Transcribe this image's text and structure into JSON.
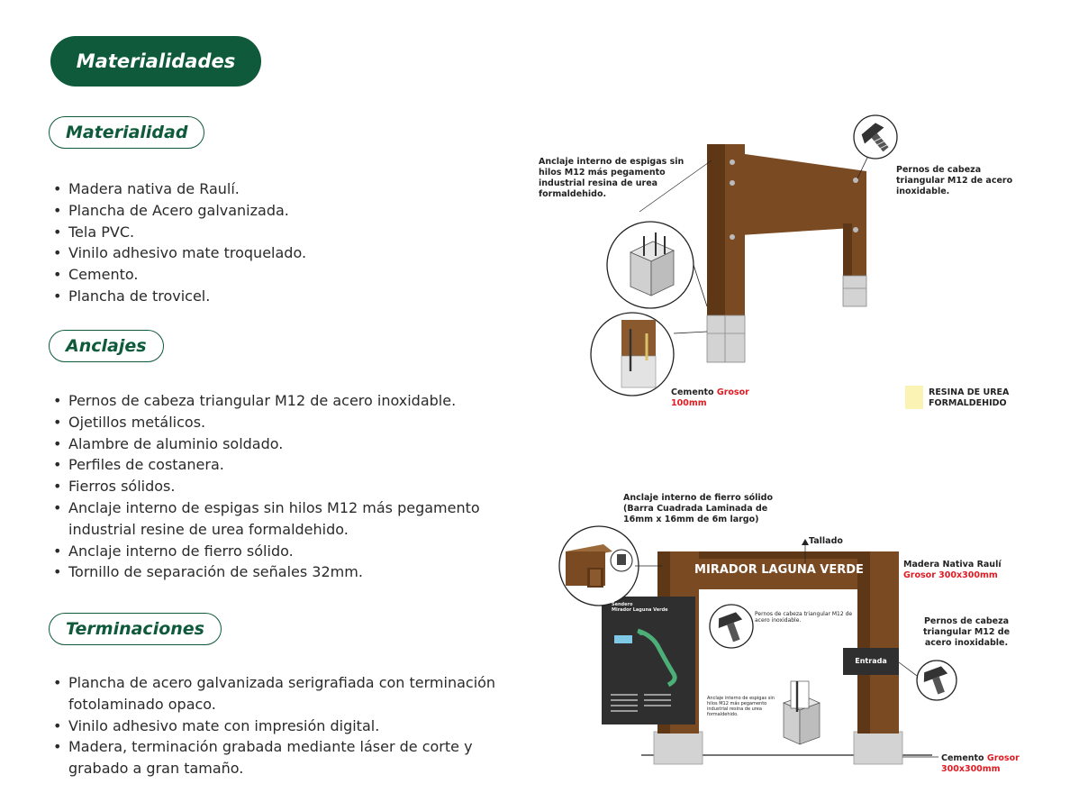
{
  "header": {
    "title": "Materialidades"
  },
  "sections": {
    "materialidad": {
      "title": "Materialidad",
      "items": [
        "Madera nativa de Raulí.",
        "Plancha de Acero galvanizada.",
        "Tela PVC.",
        "Vinilo adhesivo mate troquelado.",
        "Cemento.",
        "Plancha de trovicel."
      ]
    },
    "anclajes": {
      "title": "Anclajes",
      "items": [
        "Pernos de cabeza triangular M12 de acero inoxidable.",
        "Ojetillos metálicos.",
        "Alambre de aluminio soldado.",
        "Perfiles de costanera.",
        "Fierros sólidos.",
        "Anclaje interno de espigas sin hilos M12 más pegamento industrial resine de urea formaldehido.",
        "Anclaje interno de fierro sólido.",
        "Tornillo de separación de señales 32mm."
      ]
    },
    "terminaciones": {
      "title": "Terminaciones",
      "items": [
        "Plancha de acero galvanizada serigrafiada con terminación fotolaminado opaco.",
        "Vinilo adhesivo mate con impresión digital.",
        "Madera, terminación grabada mediante láser de corte y grabado a gran tamaño."
      ]
    }
  },
  "diagram_top": {
    "label_anclaje": "Anclaje interno de espigas sin hilos M12 más pegamento industrial resina de urea formaldehido.",
    "label_pernos": "Pernos de cabeza triangular M12 de acero inoxidable.",
    "label_cemento": "Cemento",
    "label_cemento_grosor": "Grosor",
    "label_cemento_size": "100mm",
    "legend_resina_line1": "RESINA DE UREA",
    "legend_resina_line2": "FORMALDEHIDO",
    "legend_color": "#fbf3b4"
  },
  "diagram_bottom": {
    "label_anclaje": "Anclaje interno de fierro sólido (Barra Cuadrada Laminada de 16mm x 16mm de 6m largo)",
    "label_tallado": "Tallado",
    "arch_text": "MIRADOR LAGUNA VERDE",
    "label_madera": "Madera Nativa Raulí",
    "label_madera_grosor": "Grosor 300x300mm",
    "label_pernos_inner": "Pernos de cabeza triangular M12 de acero inoxidable.",
    "label_pernos_right": "Pernos de cabeza triangular M12 de acero inoxidable.",
    "entrada": "Entrada",
    "label_espigas": "Anclaje interno de espigas sin hilos M12 más pegamento industrial resina de urea formaldehido.",
    "label_cemento": "Cemento",
    "label_cemento_grosor": "Grosor",
    "label_cemento_size": "300x300mm",
    "sign_title_1": "Sendero",
    "sign_title_2": "Mirador Laguna Verde"
  },
  "colors": {
    "brand_green": "#0e5a3a",
    "wood": "#7a4a23",
    "wood_dark": "#5e3716",
    "concrete": "#cfcfcf",
    "accent_red": "#e11b22"
  }
}
